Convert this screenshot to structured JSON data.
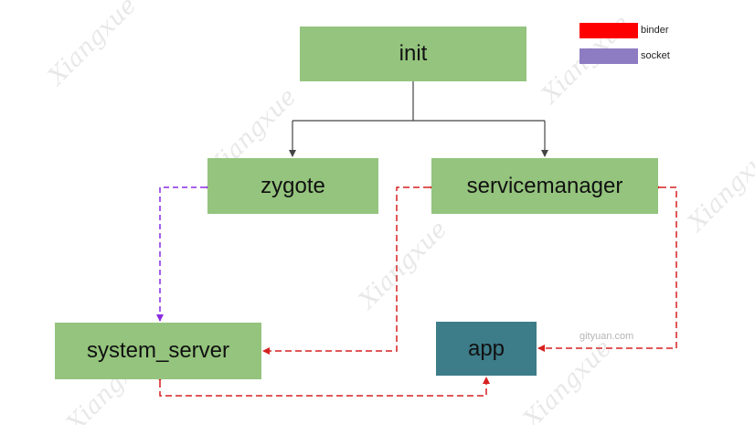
{
  "nodes": {
    "init": "init",
    "zygote": "zygote",
    "servicemanager": "servicemanager",
    "system_server": "system_server",
    "app": "app"
  },
  "legend": {
    "binder": {
      "label": "binder",
      "color": "#ff0000"
    },
    "socket": {
      "label": "socket",
      "color": "#8e7cc3"
    }
  },
  "credit": "gityuan.com",
  "colors": {
    "node_green": "#94c47d",
    "node_teal": "#3d7c89",
    "binder_line": "#d62020",
    "socket_line": "#8a2be2",
    "tree_line": "#444444"
  },
  "watermark_text": "Xiangxue"
}
